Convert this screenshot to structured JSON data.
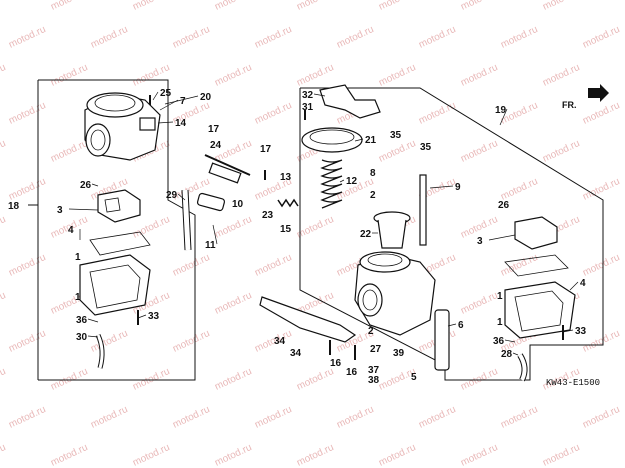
{
  "watermark": {
    "text": "motod.ru",
    "color": "#e9b9b9"
  },
  "diagram": {
    "front_indicator": "FR.",
    "code": "KW43-E1500",
    "callouts": [
      {
        "id": "c25",
        "label": "25"
      },
      {
        "id": "c7",
        "label": "7"
      },
      {
        "id": "c20",
        "label": "20"
      },
      {
        "id": "c14",
        "label": "14"
      },
      {
        "id": "c17",
        "label": "17"
      },
      {
        "id": "c24",
        "label": "24"
      },
      {
        "id": "c26a",
        "label": "26"
      },
      {
        "id": "c18",
        "label": "18"
      },
      {
        "id": "c3a",
        "label": "3"
      },
      {
        "id": "c4a",
        "label": "4"
      },
      {
        "id": "c1a",
        "label": "1"
      },
      {
        "id": "c1b",
        "label": "1"
      },
      {
        "id": "c36a",
        "label": "36"
      },
      {
        "id": "c33a",
        "label": "33"
      },
      {
        "id": "c30",
        "label": "30"
      },
      {
        "id": "c17b",
        "label": "17"
      },
      {
        "id": "c13",
        "label": "13"
      },
      {
        "id": "c10",
        "label": "10"
      },
      {
        "id": "c29",
        "label": "29"
      },
      {
        "id": "c23",
        "label": "23"
      },
      {
        "id": "c15",
        "label": "15"
      },
      {
        "id": "c11",
        "label": "11"
      },
      {
        "id": "c32",
        "label": "32"
      },
      {
        "id": "c31",
        "label": "31"
      },
      {
        "id": "c35a",
        "label": "35"
      },
      {
        "id": "c35b",
        "label": "35"
      },
      {
        "id": "c21",
        "label": "21"
      },
      {
        "id": "c12",
        "label": "12"
      },
      {
        "id": "c19",
        "label": "19"
      },
      {
        "id": "c8",
        "label": "8"
      },
      {
        "id": "c2a",
        "label": "2"
      },
      {
        "id": "c9",
        "label": "9"
      },
      {
        "id": "c22",
        "label": "22"
      },
      {
        "id": "c26b",
        "label": "26"
      },
      {
        "id": "c3b",
        "label": "3"
      },
      {
        "id": "c4b",
        "label": "4"
      },
      {
        "id": "c1c",
        "label": "1"
      },
      {
        "id": "c1d",
        "label": "1"
      },
      {
        "id": "c2b",
        "label": "2"
      },
      {
        "id": "c6",
        "label": "6"
      },
      {
        "id": "c27",
        "label": "27"
      },
      {
        "id": "c39",
        "label": "39"
      },
      {
        "id": "c37",
        "label": "37"
      },
      {
        "id": "c38",
        "label": "38"
      },
      {
        "id": "c5",
        "label": "5"
      },
      {
        "id": "c36b",
        "label": "36"
      },
      {
        "id": "c33b",
        "label": "33"
      },
      {
        "id": "c28",
        "label": "28"
      },
      {
        "id": "c34a",
        "label": "34"
      },
      {
        "id": "c34b",
        "label": "34"
      },
      {
        "id": "c16a",
        "label": "16"
      },
      {
        "id": "c16b",
        "label": "16"
      }
    ]
  }
}
